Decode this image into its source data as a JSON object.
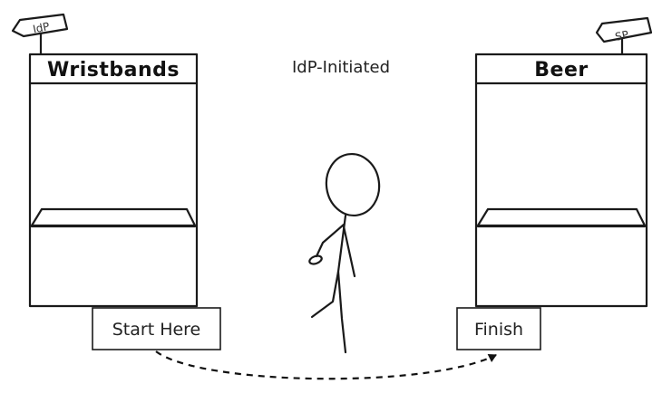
{
  "caption": "IdP-Initiated",
  "left_booth": {
    "sign": "IdP",
    "title": "Wristbands"
  },
  "right_booth": {
    "sign": "SP",
    "title": "Beer"
  },
  "start_label": "Start Here",
  "finish_label": "Finish"
}
